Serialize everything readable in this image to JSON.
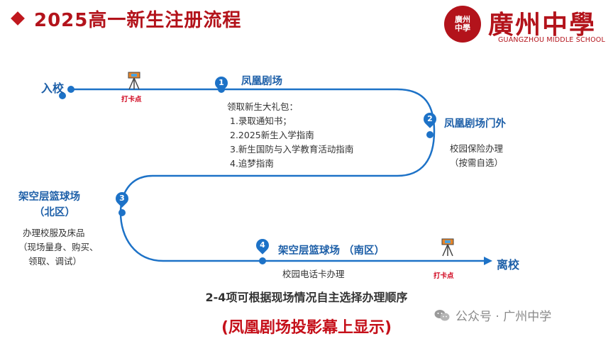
{
  "title": "2025高一新生注册流程",
  "logo": {
    "seal_text": "廣州中學",
    "name_cn": "廣州中學",
    "name_en": "GUANGZHOU MIDDLE SCHOOL"
  },
  "route": {
    "start": "入校",
    "end": "离校",
    "checkpoint_label": "打卡点",
    "stations": [
      {
        "num": "1",
        "name": "凤凰剧场",
        "lines": [
          "领取新生大礼包：",
          "1.录取通知书；",
          "2.2025新生入学指南",
          "3.新生国防与入学教育活动指南",
          "4.追梦指南"
        ]
      },
      {
        "num": "2",
        "name": "凤凰剧场门外",
        "lines": [
          "校园保险办理",
          "（按需自选）"
        ]
      },
      {
        "num": "3",
        "name": "架空层篮球场",
        "name2": "（北区）",
        "lines": [
          "办理校服及床品",
          "（现场量身、购买、",
          "领取、调试）"
        ]
      },
      {
        "num": "4",
        "name": "架空层篮球场 （南区）",
        "lines": [
          "校园电话卡办理"
        ]
      }
    ]
  },
  "note": "2-4项可根据现场情况自主选择办理顺序",
  "emphasis": "(凤凰剧场投影幕上显示)",
  "watermark": "公众号 · 广州中学",
  "colors": {
    "title_red": "#b3131b",
    "route_blue": "#1d72c7",
    "label_blue": "#1d5fa8",
    "checkpoint_red": "#d0021b"
  },
  "icons": [
    "diamond-bullet-icon",
    "school-seal-icon",
    "tripod-camera-icon",
    "location-pin-icon",
    "arrow-right-icon",
    "wechat-icon"
  ]
}
